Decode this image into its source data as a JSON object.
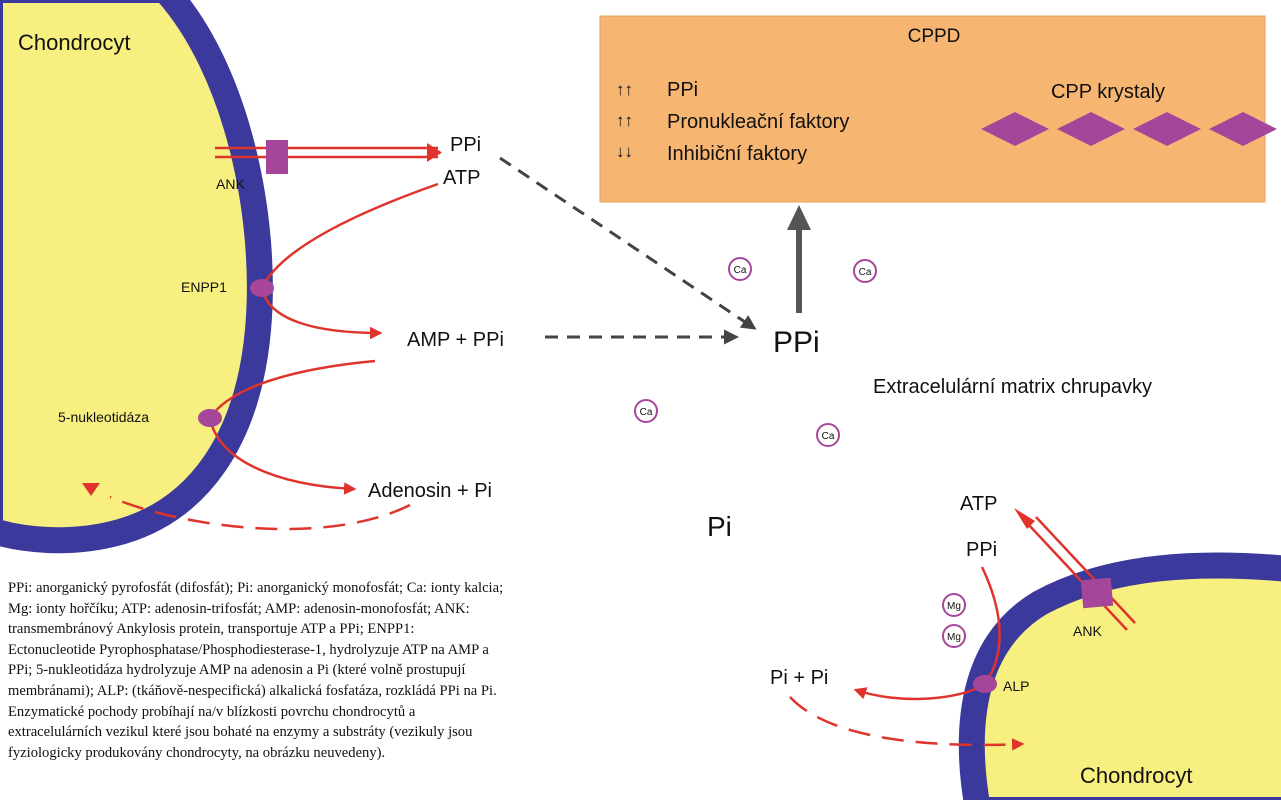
{
  "cell_top_left": {
    "label": "Chondrocyt"
  },
  "cell_bottom_right": {
    "label": "Chondrocyt"
  },
  "proteins": {
    "ank_left": "ANK",
    "enpp1": "ENPP1",
    "nucleotidase": "5-nukleotidáza",
    "ank_right": "ANK",
    "alp": "ALP"
  },
  "molecules": {
    "ppi_top": "PPi",
    "atp_top": "ATP",
    "amp_ppi": "AMP + PPi",
    "adenosin_pi": "Adenosin + Pi",
    "ppi_center": "PPi",
    "pi_center": "Pi",
    "atp_right": "ATP",
    "ppi_right": "PPi",
    "pi_pi": "Pi + Pi"
  },
  "ions": {
    "ca": "Ca",
    "mg": "Mg"
  },
  "matrix_label": "Extracelulární matrix chrupavky",
  "cppd": {
    "title": "CPPD",
    "rows": [
      {
        "arrows": "↑↑",
        "text": "PPi"
      },
      {
        "arrows": "↑↑",
        "text": "Pronukleační faktory"
      },
      {
        "arrows": "↓↓",
        "text": "Inhibiční faktory"
      }
    ],
    "crystals_label": "CPP krystaly",
    "crystal_count": 4
  },
  "caption_lines": [
    "PPi: anorganický pyrofosfát (difosfát); Pi: anorganický monofosfát; Ca: ionty kalcia;",
    "Mg: ionty hořčíku; ATP: adenosin-trifosfát; AMP: adenosin-monofosfát; ANK:",
    "transmembránový Ankylosis protein, transportuje ATP a PPi; ENPP1:",
    "Ectonucleotide Pyrophosphatase/Phosphodiesterase-1, hydrolyzuje ATP na AMP a",
    "PPi; 5-nukleotidáza hydrolyzuje AMP na adenosin a Pi (které volně prostupují",
    "membránami); ALP: (tkáňově-nespecifická) alkalická fosfatáza, rozkládá PPi na Pi.",
    "Enzymatické pochody probíhají na/v blízkosti povrchu chondrocytů a",
    "extracelulárních vezikul které jsou bohaté na enzymy a substráty (vezikuly jsou",
    "fyziologicky produkovány chondrocyty, na obrázku neuvedeny)."
  ],
  "colors": {
    "cytoplasm": "#f7f080",
    "membrane": "#3b3a9c",
    "enzyme": "#a6469a",
    "reaction_arrow": "#e0332c",
    "dashed_arrow": "#444444",
    "cppd_box": "#f6b672",
    "crystal": "#a6469a",
    "ion_ring": "#a6469a"
  }
}
